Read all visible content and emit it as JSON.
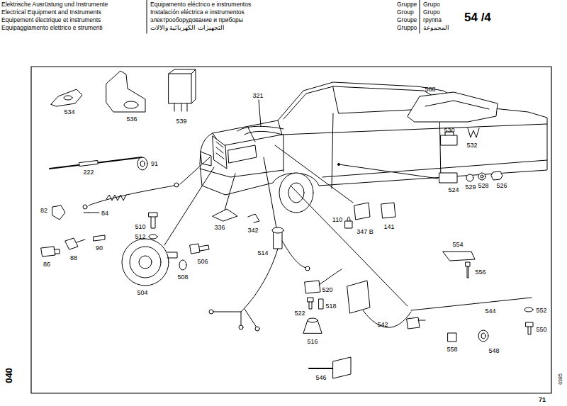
{
  "diagram": {
    "labels": [
      "Elektrische Ausrüstung und Instrumente",
      "Electrical Equipment and Instruments",
      "Equipement électrique et instruments",
      "Equipaggiamento elettrico e strumenti",
      "Equipamento eléctrico e instrumentos",
      "Instalación eléctrica e instrumentos",
      "электрооборудование и приборы",
      "التجهيزات الكهربائية والالات",
      "Gruppe",
      "Group",
      "Groupe",
      "Gruppo",
      "Grupo",
      "Grupo",
      "группа",
      "المجموعة",
      "54 /4",
      "534",
      "536",
      "539",
      "321",
      "588",
      "530",
      "532",
      "222",
      "91",
      "524",
      "529",
      "528",
      "526",
      "82",
      "84",
      "336",
      "342",
      "110",
      "347 B",
      "141",
      "510",
      "512",
      "90",
      "86",
      "88",
      "514",
      "554",
      "556",
      "504",
      "508",
      "506",
      "520",
      "518",
      "522",
      "516",
      "544",
      "552",
      "550",
      "542",
      "558",
      "548",
      "546",
      "040",
      "0385",
      "71"
    ]
  }
}
